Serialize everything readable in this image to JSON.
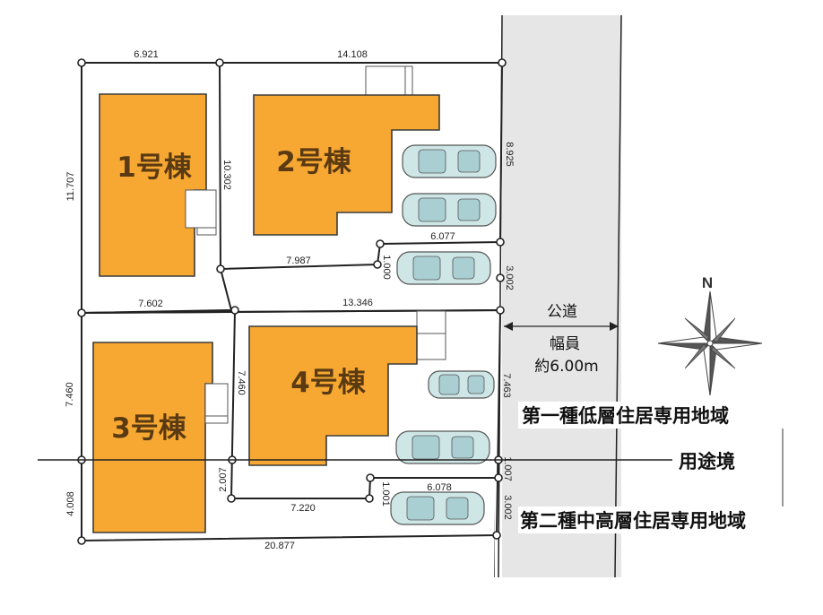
{
  "buildings": {
    "b1": "1号棟",
    "b2": "2号棟",
    "b3": "3号棟",
    "b4": "4号棟"
  },
  "dimensions": {
    "d6921": "6.921",
    "d14108": "14.108",
    "d11707": "11.707",
    "d10302": "10.302",
    "d8925": "8.925",
    "d6077": "6.077",
    "d7987": "7.987",
    "d1000": "1.000",
    "d3002a": "3.002",
    "d7602": "7.602",
    "d13346": "13.346",
    "d7460a": "7.460",
    "d7460b": "7.460",
    "d7463": "7.463",
    "d2007": "2.007",
    "d1007": "1.007",
    "d6078": "6.078",
    "d1001": "1.001",
    "d3002b": "3.002",
    "d4008": "4.008",
    "d7220": "7.220",
    "d20877": "20.877"
  },
  "road": {
    "name": "公道",
    "width_label": "幅員",
    "width_value": "約6.00m"
  },
  "zoning": {
    "upper": "第一種低層住居専用地域",
    "boundary": "用途境",
    "lower": "第二種中高層住居専用地域"
  },
  "compass": {
    "north": "N"
  },
  "colors": {
    "building": "#f7a832",
    "road": "#e6e6e6",
    "car": "#cfe6e6"
  }
}
